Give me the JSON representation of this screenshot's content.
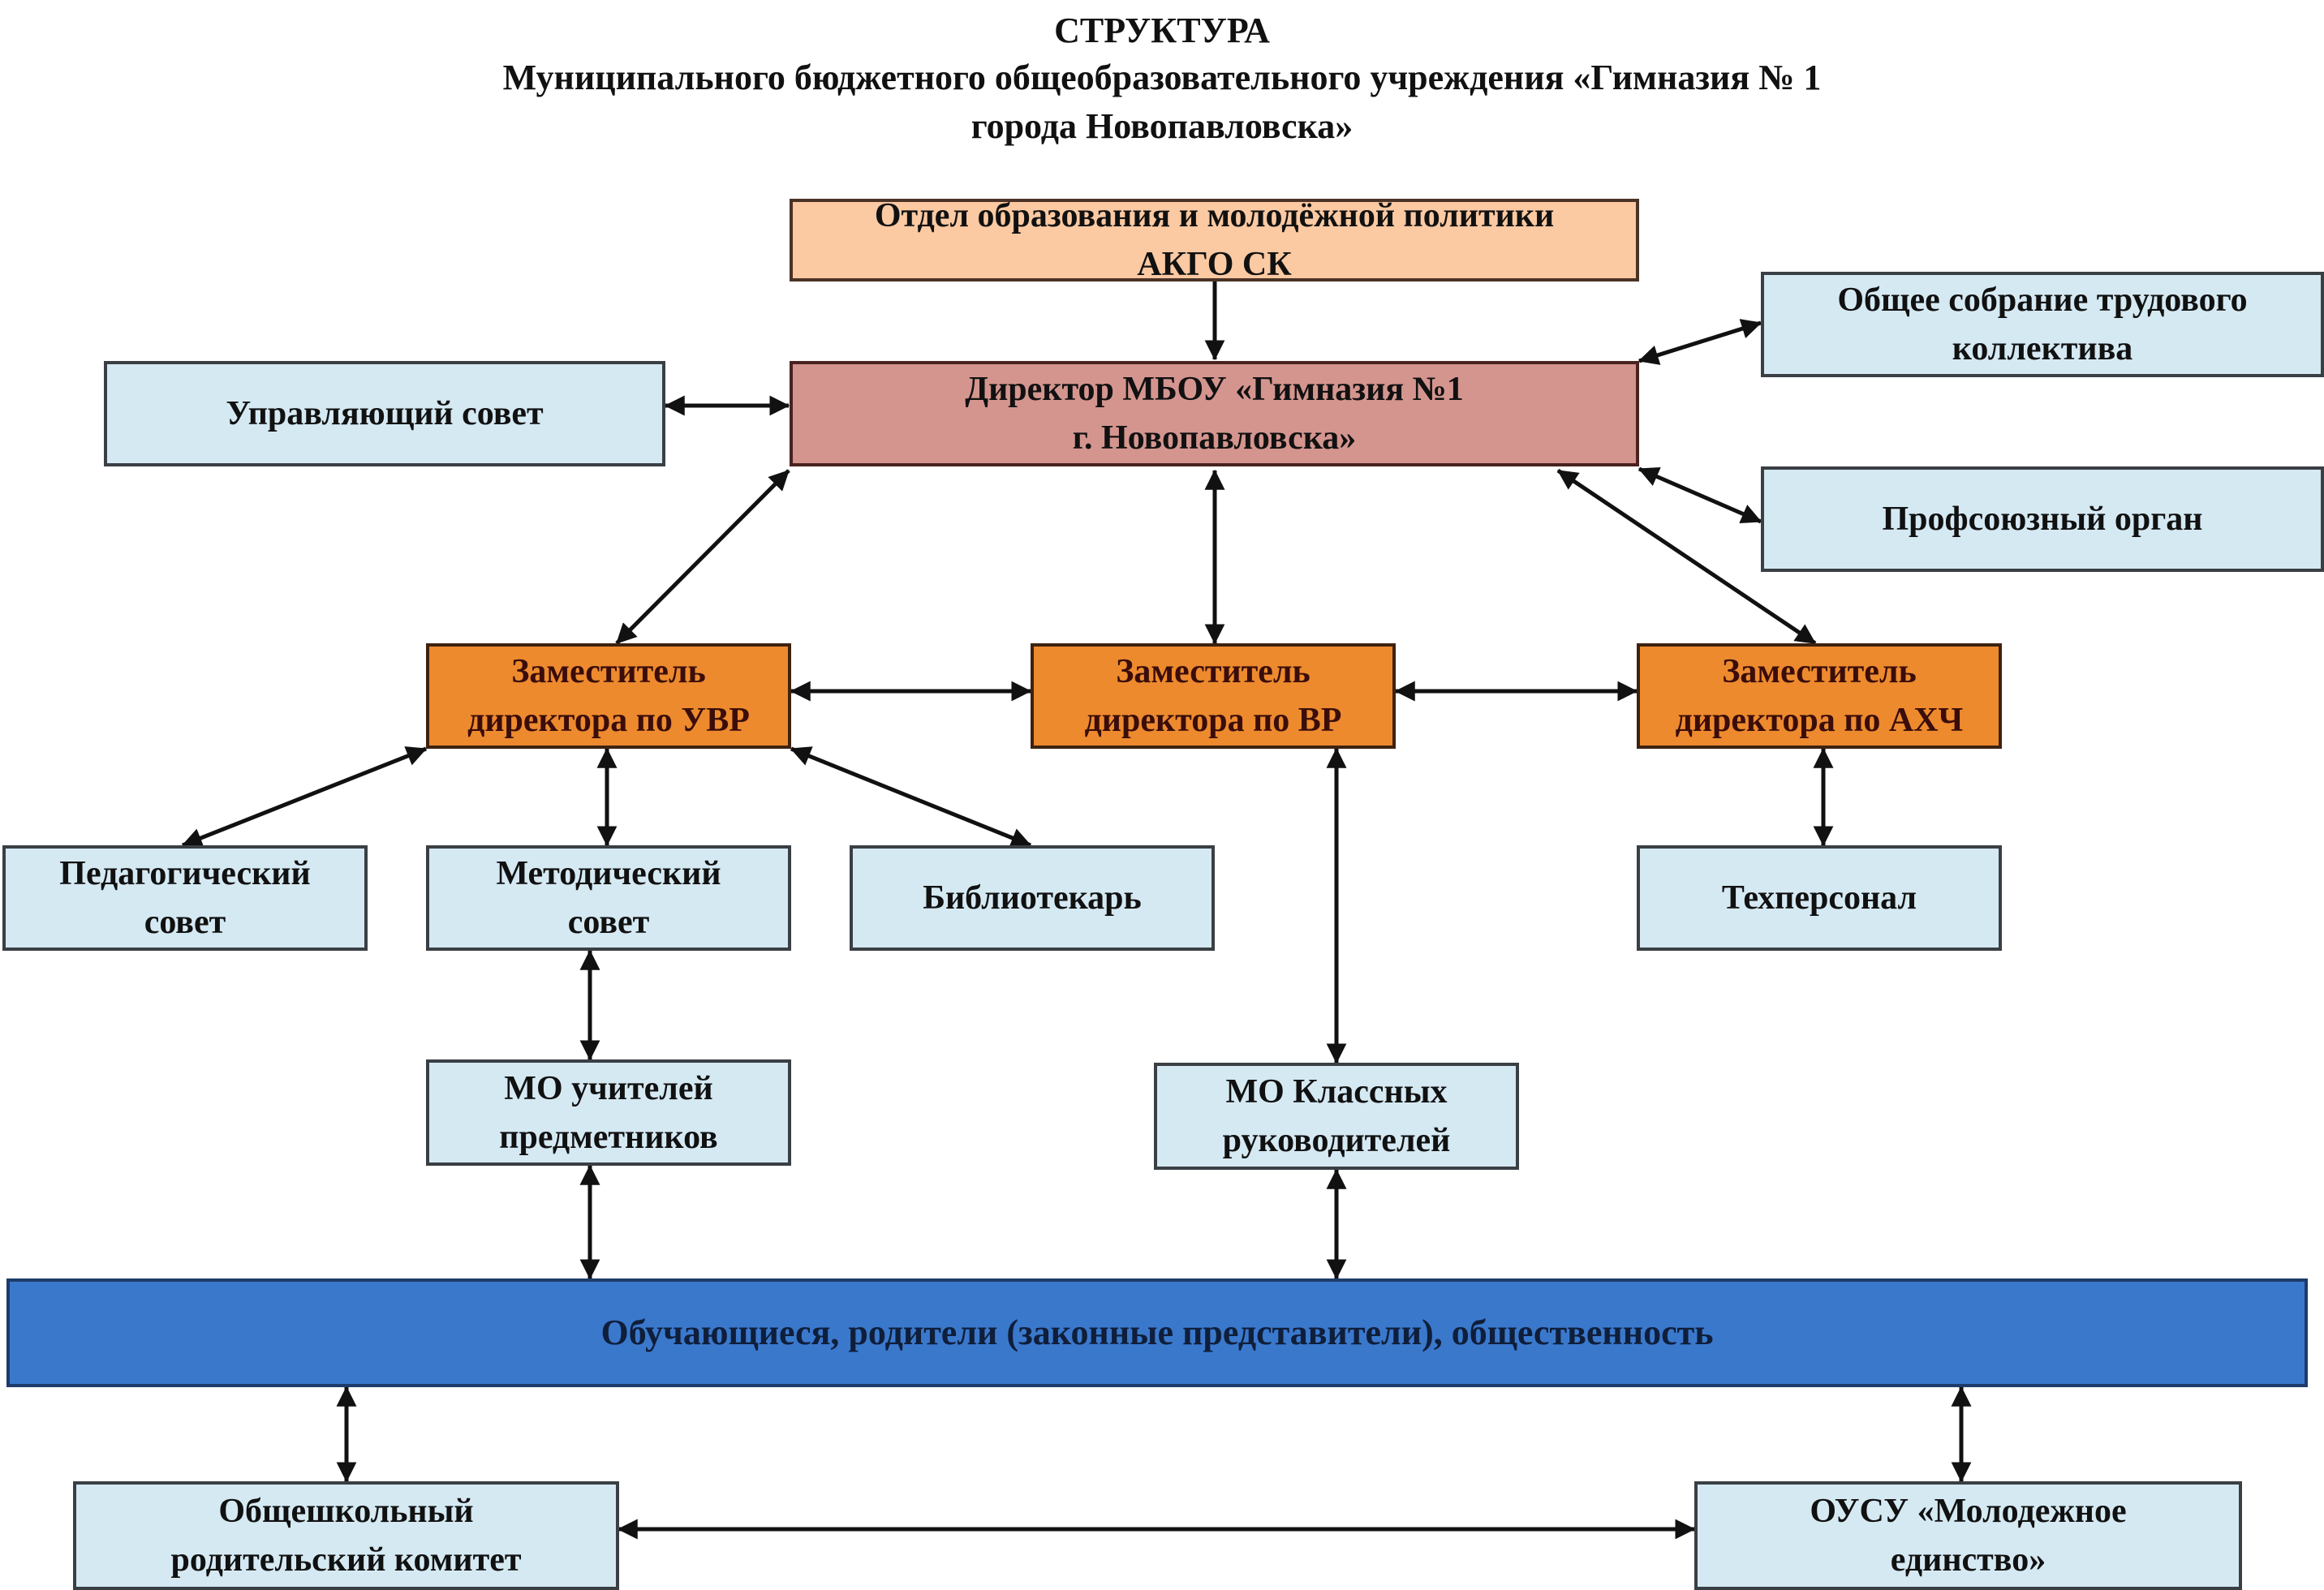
{
  "header": {
    "title_line1": "СТРУКТУРА",
    "title_line2": "Муниципального бюджетного общеобразовательного учреждения «Гимназия № 1",
    "title_line3": "города Новопавловска»"
  },
  "colors": {
    "authority": "#fbc9a2",
    "director": "#d4958f",
    "deputy": "#ed8a2e",
    "unit": "#d5e9f3",
    "community": "#3a78cc",
    "arrow": "#111111"
  },
  "nodes": {
    "department": "Отдел образования и молодёжной политики\nАКГО СК",
    "director": "Директор МБОУ «Гимназия №1\nг. Новопавловска»",
    "governing_council": "Управляющий совет",
    "general_meeting": "Общее собрание трудового\nколлектива",
    "trade_union": "Профсоюзный орган",
    "deputy_uvr": "Заместитель\nдиректора по УВР",
    "deputy_vr": "Заместитель\nдиректора по ВР",
    "deputy_ahch": "Заместитель\nдиректора по АХЧ",
    "pedagogical_council": "Педагогический\nсовет",
    "methodical_council": "Методический\nсовет",
    "librarian": "Библиотекарь",
    "tech_staff": "Техперсонал",
    "mo_subject_teachers": "МО учителей\nпредметников",
    "mo_class_teachers": "МО Классных\nруководителей",
    "community": "Обучающиеся, родители (законные представители), общественность",
    "parent_committee": "Общешкольный\nродительский комитет",
    "student_government": "ОУСУ «Молодежное\nединство»"
  },
  "connections": [
    {
      "from": "department",
      "to": "director",
      "type": "one-way"
    },
    {
      "from": "governing_council",
      "to": "director",
      "type": "two-way"
    },
    {
      "from": "director",
      "to": "general_meeting",
      "type": "two-way"
    },
    {
      "from": "director",
      "to": "trade_union",
      "type": "two-way"
    },
    {
      "from": "director",
      "to": "deputy_uvr",
      "type": "two-way"
    },
    {
      "from": "director",
      "to": "deputy_vr",
      "type": "two-way"
    },
    {
      "from": "director",
      "to": "deputy_ahch",
      "type": "two-way"
    },
    {
      "from": "deputy_uvr",
      "to": "deputy_vr",
      "type": "two-way"
    },
    {
      "from": "deputy_vr",
      "to": "deputy_ahch",
      "type": "two-way"
    },
    {
      "from": "deputy_uvr",
      "to": "pedagogical_council",
      "type": "two-way"
    },
    {
      "from": "deputy_uvr",
      "to": "methodical_council",
      "type": "two-way"
    },
    {
      "from": "deputy_uvr",
      "to": "librarian",
      "type": "two-way"
    },
    {
      "from": "deputy_ahch",
      "to": "tech_staff",
      "type": "two-way"
    },
    {
      "from": "methodical_council",
      "to": "mo_subject_teachers",
      "type": "two-way"
    },
    {
      "from": "deputy_vr",
      "to": "mo_class_teachers",
      "type": "two-way"
    },
    {
      "from": "mo_subject_teachers",
      "to": "community",
      "type": "two-way"
    },
    {
      "from": "mo_class_teachers",
      "to": "community",
      "type": "two-way"
    },
    {
      "from": "community",
      "to": "parent_committee",
      "type": "two-way"
    },
    {
      "from": "community",
      "to": "student_government",
      "type": "two-way"
    },
    {
      "from": "parent_committee",
      "to": "student_government",
      "type": "two-way"
    }
  ]
}
